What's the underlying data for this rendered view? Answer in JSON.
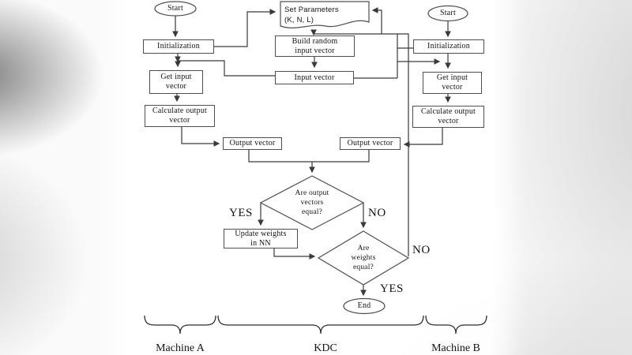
{
  "colors": {
    "line": "#3a3a3a",
    "box_border": "#4f4f4f",
    "box_fill": "#ffffff",
    "text": "#141414"
  },
  "nodes": {
    "start_a": {
      "label": "Start"
    },
    "init_a": {
      "label": "Initialization"
    },
    "get_input_a": {
      "label": "Get input\nvector"
    },
    "calc_output_a": {
      "label": "Calculate output\nvector"
    },
    "output_vector_left": {
      "label": "Output vector"
    },
    "set_params": {
      "label": "Set Parameters\n(K, N, L)"
    },
    "build_random": {
      "label": "Build random\ninput vector"
    },
    "input_vector": {
      "label": "Input vector"
    },
    "output_vector_right": {
      "label": "Output vector"
    },
    "decision_outputs": {
      "label": "Are output\nvectors\nequal?"
    },
    "update_weights": {
      "label": "Update weights\nin NN"
    },
    "decision_weights": {
      "label": "Are\nweights\nequal?"
    },
    "end": {
      "label": "End"
    },
    "start_b": {
      "label": "Start"
    },
    "init_b": {
      "label": "Initialization"
    },
    "get_input_b": {
      "label": "Get input\nvector"
    },
    "calc_output_b": {
      "label": "Calculate output\nvector"
    }
  },
  "edge_labels": {
    "yes_outputs": "YES",
    "no_outputs": "NO",
    "no_weights": "NO",
    "yes_weights": "YES"
  },
  "groups": {
    "machine_a": "Machine A",
    "kdc": "KDC",
    "machine_b": "Machine B"
  }
}
